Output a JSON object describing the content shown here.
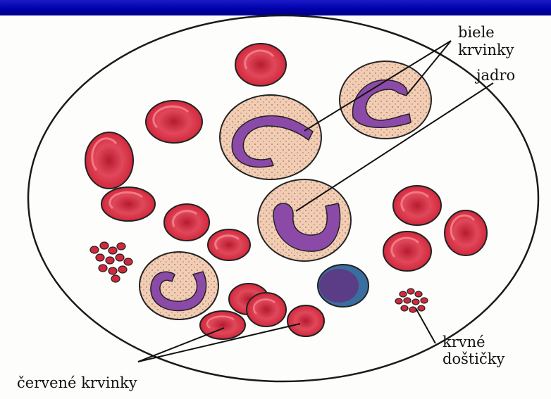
{
  "header": {
    "bar_color": "#0000a8"
  },
  "diagram": {
    "labels": {
      "white_cells_line1": "biele",
      "white_cells_line2": "krvinky",
      "nucleus": "jadro",
      "platelets_line1": "krvné",
      "platelets_line2": "doštičky",
      "red_cells": "červené krvinky"
    },
    "colors": {
      "red_cell": "#d2283c",
      "red_cell_center": "#b81a30",
      "red_cell_highlight": "#f07a86",
      "white_cell": "#f2cdb4",
      "nucleus": "#8c4aa8",
      "lymphocyte_nucleus": "#5a3c88",
      "lymphocyte_rim": "#3a6ea0",
      "outline": "#222222"
    },
    "icons": {
      "red_blood_cell": "red-blood-cell-icon",
      "white_blood_cell": "white-blood-cell-icon",
      "platelet": "platelet-icon"
    }
  }
}
